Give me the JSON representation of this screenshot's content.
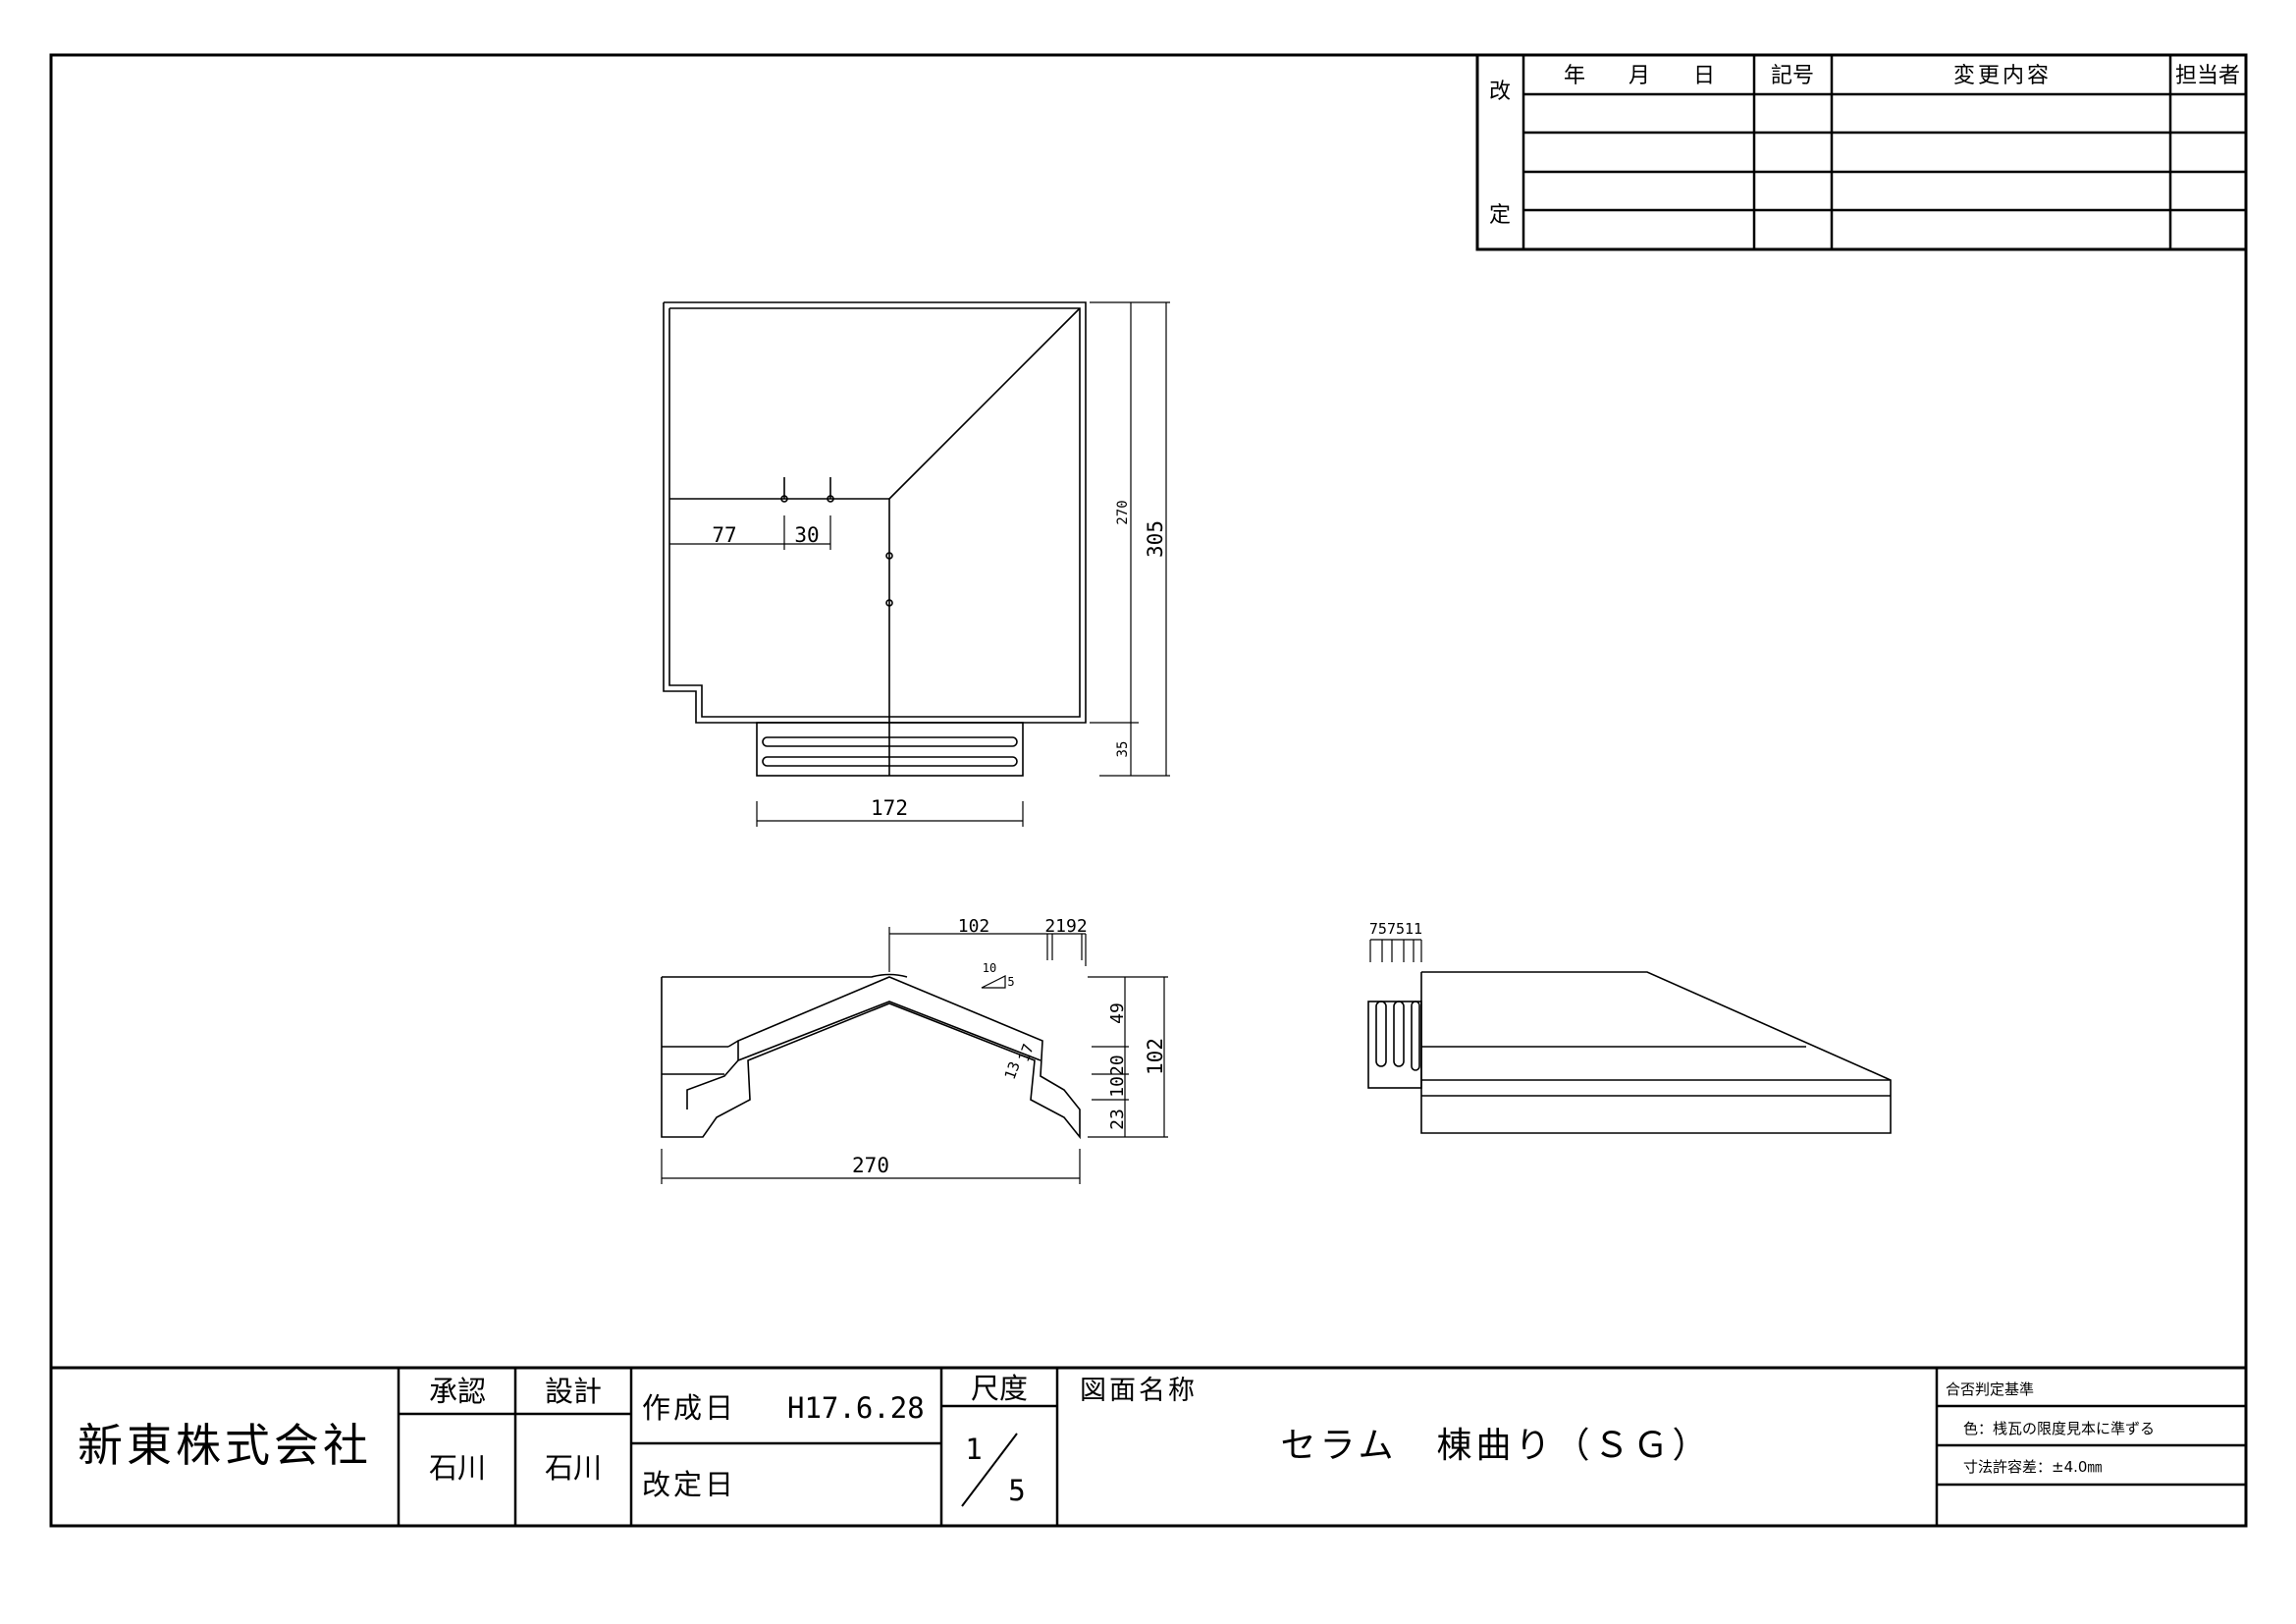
{
  "revision_table": {
    "side_top": "改",
    "side_bottom": "定",
    "col_date": "年　　月　　日",
    "col_symbol": "記号",
    "col_content": "変更内容",
    "col_person": "担当者"
  },
  "drawing": {
    "plan_view": {
      "dim_77": "77",
      "dim_30": "30",
      "dim_172": "172",
      "dim_270_small": "270",
      "dim_305": "305",
      "dim_35": "35"
    },
    "front_view": {
      "dim_102_top": "102",
      "dim_2192": "2192",
      "dim_10": "10",
      "dim_5": "5",
      "dim_13": "13",
      "dim_17": "17",
      "dim_49": "49",
      "dim_1020": "1020",
      "dim_23": "23",
      "dim_102_right": "102",
      "dim_270": "270"
    },
    "side_view": {
      "dim_757511": "757511"
    }
  },
  "title_block": {
    "company": "新東株式会社",
    "approval_label": "承認",
    "design_label": "設計",
    "approval_name": "石川",
    "design_name": "石川",
    "created_label": "作成日",
    "created_date": "H17.6.28",
    "revised_label": "改定日",
    "scale_label": "尺度",
    "scale_num": "1",
    "scale_den": "5",
    "drawing_name_label": "図面名称",
    "drawing_name": "セラム　棟曲り（ＳＧ）",
    "criteria_label": "合否判定基準",
    "criteria_color": "色：桟瓦の限度見本に準ずる",
    "criteria_tolerance": "寸法許容差：±4.0㎜"
  }
}
